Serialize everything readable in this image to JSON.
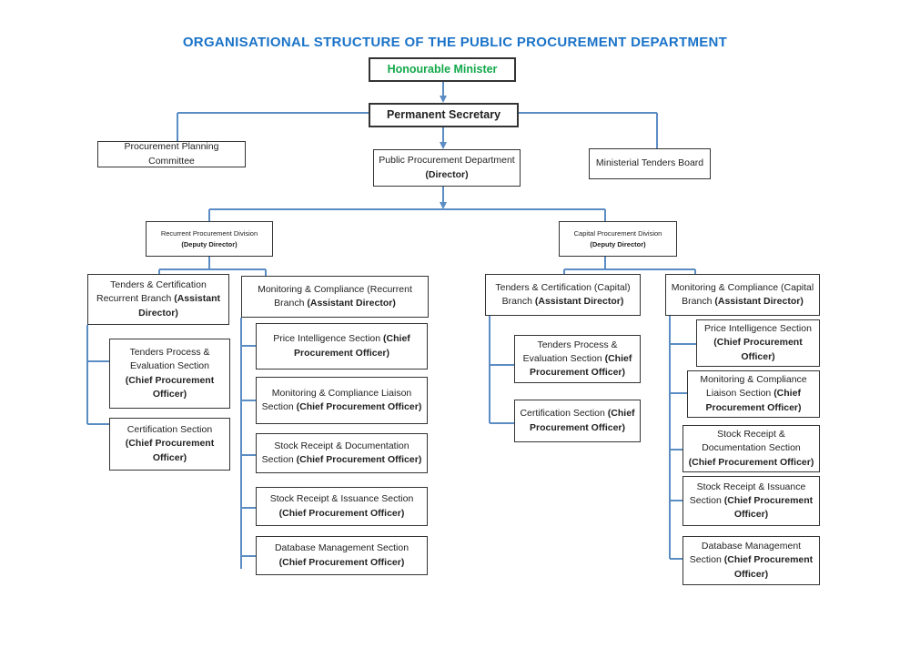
{
  "title": "ORGANISATIONAL STRUCTURE OF THE PUBLIC PROCUREMENT DEPARTMENT",
  "colors": {
    "title": "#1a73c8",
    "minister": "#13a84a",
    "connector": "#5b8dc4",
    "border": "#333333"
  },
  "top": {
    "minister": "Honourable Minister",
    "permanent_secretary": "Permanent Secretary",
    "planning_committee": "Procurement Planning Committee",
    "ppd": "Public Procurement Department",
    "ppd_role": "(Director)",
    "tenders_board": "Ministerial Tenders Board"
  },
  "recurrent": {
    "division": "Recurrent Procurement Division",
    "division_role": "(Deputy Director)",
    "tc_branch": "Tenders & Certification Recurrent Branch",
    "tc_branch_role": "(Assistant Director)",
    "tc_sections": [
      {
        "name": "Tenders Process & Evaluation Section",
        "role": "(Chief Procurement Officer)"
      },
      {
        "name": "Certification Section",
        "role": "(Chief Procurement Officer)"
      }
    ],
    "mc_branch": "Monitoring & Compliance (Recurrent Branch",
    "mc_branch_role": "(Assistant Director)",
    "mc_sections": [
      {
        "name": "Price Intelligence Section",
        "role": "(Chief Procurement Officer)"
      },
      {
        "name": "Monitoring & Compliance Liaison Section",
        "role": "(Chief Procurement Officer)"
      },
      {
        "name": "Stock Receipt & Documentation Section",
        "role": "(Chief Procurement Officer)"
      },
      {
        "name": "Stock Receipt & Issuance Section",
        "role": "(Chief Procurement Officer)"
      },
      {
        "name": "Database Management Section",
        "role": "(Chief Procurement Officer)"
      }
    ]
  },
  "capital": {
    "division": "Capital Procurement Division",
    "division_role": "(Deputy Director)",
    "tc_branch": "Tenders & Certification (Capital) Branch",
    "tc_branch_role": "(Assistant Director)",
    "tc_sections": [
      {
        "name": "Tenders Process & Evaluation Section",
        "role": "(Chief Procurement Officer)"
      },
      {
        "name": "Certification Section",
        "role": "(Chief Procurement Officer)"
      }
    ],
    "mc_branch": "Monitoring & Compliance (Capital Branch",
    "mc_branch_role": "(Assistant Director)",
    "mc_sections": [
      {
        "name": "Price Intelligence Section",
        "role": "(Chief Procurement Officer)"
      },
      {
        "name": "Monitoring & Compliance Liaison Section",
        "role": "(Chief Procurement Officer)"
      },
      {
        "name": "Stock Receipt & Documentation Section",
        "role": "(Chief Procurement Officer)"
      },
      {
        "name": "Stock Receipt & Issuance Section",
        "role": "(Chief Procurement Officer)"
      },
      {
        "name": "Database Management Section",
        "role": "(Chief Procurement Officer)"
      }
    ]
  }
}
